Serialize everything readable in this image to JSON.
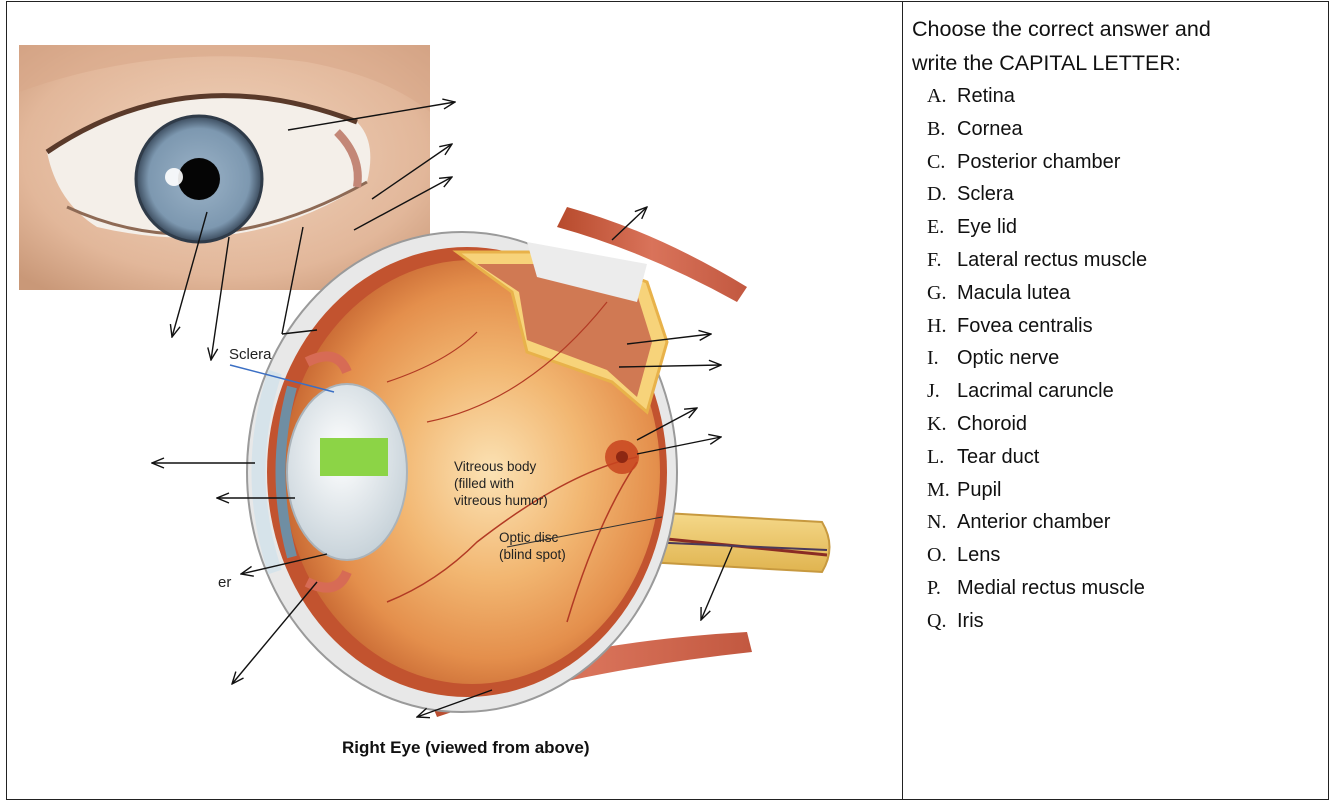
{
  "diagram": {
    "labels": {
      "sclera": "Sclera",
      "vitreous_line1": "Vitreous body",
      "vitreous_line2": "(filled with",
      "vitreous_line3": "vitreous humor)",
      "optic_disc_line1": "Optic disc",
      "optic_disc_line2": "(blind spot)",
      "partial_er": "er"
    },
    "caption": "Right Eye (viewed from above)",
    "hidden_label_box_color": "#8cd446"
  },
  "panel": {
    "prompt_line1": "Choose the correct answer and",
    "prompt_line2": "write the CAPITAL LETTER:",
    "answers": [
      {
        "letter": "A.",
        "label": "Retina"
      },
      {
        "letter": "B.",
        "label": "Cornea"
      },
      {
        "letter": "C.",
        "label": "Posterior chamber"
      },
      {
        "letter": "D.",
        "label": "Sclera"
      },
      {
        "letter": "E.",
        "label": "Eye lid"
      },
      {
        "letter": "F.",
        "label": "Lateral rectus muscle"
      },
      {
        "letter": "G.",
        "label": "Macula lutea"
      },
      {
        "letter": "H.",
        "label": "Fovea centralis"
      },
      {
        "letter": "I.",
        "label": "Optic nerve"
      },
      {
        "letter": "J.",
        "label": "Lacrimal caruncle"
      },
      {
        "letter": "K.",
        "label": "Choroid"
      },
      {
        "letter": "L.",
        "label": "Tear duct"
      },
      {
        "letter": "M.",
        "label": "Pupil"
      },
      {
        "letter": "N.",
        "label": "Anterior chamber"
      },
      {
        "letter": "O.",
        "label": "Lens"
      },
      {
        "letter": "P.",
        "label": "Medial rectus muscle"
      },
      {
        "letter": "Q.",
        "label": "Iris"
      }
    ]
  }
}
